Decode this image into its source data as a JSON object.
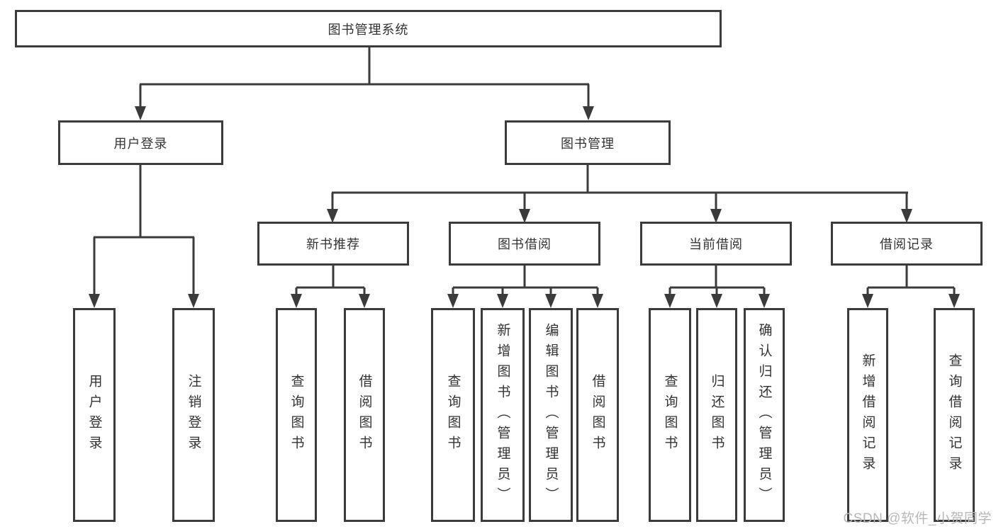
{
  "colors": {
    "line": "#3b3b3b",
    "text": "#333333",
    "watermark": "#b7b7b7",
    "bg": "#ffffff"
  },
  "root": {
    "label": "图书管理系统"
  },
  "nodes": {
    "user_login": "用户登录",
    "book_mgmt": "图书管理",
    "new_book_rec": "新书推荐",
    "book_borrow": "图书借阅",
    "current_borrow": "当前借阅",
    "borrow_record": "借阅记录"
  },
  "leaves": {
    "ul_login": "用户登录",
    "ul_logout": "注销登录",
    "nbr_query": "查询图书",
    "nbr_borrow": "借阅图书",
    "bb_query": "查询图书",
    "bb_add": "新增图书（管理员）",
    "bb_edit": "编辑图书（管理员）",
    "bb_borrow": "借阅图书",
    "cb_query": "查询图书",
    "cb_return": "归还图书",
    "cb_confirm": "确认归还（管理员）",
    "br_add": "新增借阅记录",
    "br_query": "查询借阅记录"
  },
  "watermark": {
    "text": "CSDN @软件_小贺同学"
  }
}
